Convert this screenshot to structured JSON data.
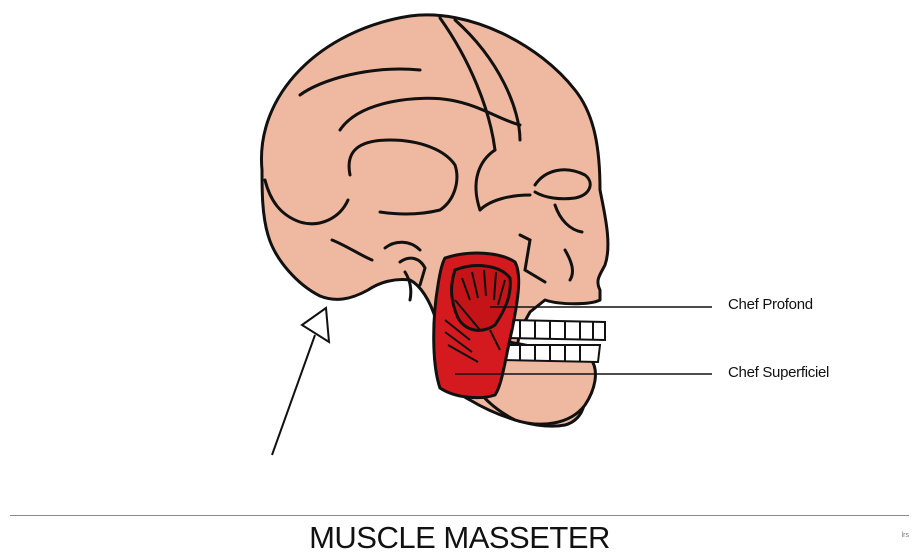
{
  "labels": {
    "deep_head": "Chef Profond",
    "superficial_head": "Chef Superficiel"
  },
  "title": "MUSCLE MASSETER",
  "corner_mark": "lrs",
  "colors": {
    "bone": "#eeb9a0",
    "muscle": "#d51a1f",
    "outline": "#111111",
    "teeth": "#ffffff"
  }
}
